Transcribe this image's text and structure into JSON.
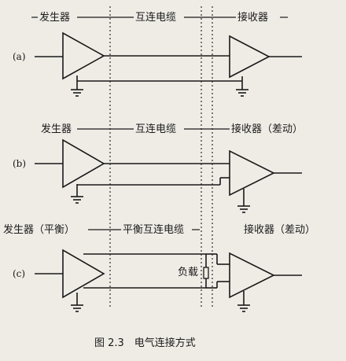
{
  "sections": {
    "a": {
      "row_label": "(a)",
      "generator": "发生器",
      "cable": "互连电缆",
      "receiver": "接收器"
    },
    "b": {
      "row_label": "(b)",
      "generator": "发生器",
      "cable": "互连电缆",
      "receiver": "接收器（差动）"
    },
    "c": {
      "row_label": "(c)",
      "generator": "发生器（平衡）",
      "cable": "平衡互连电缆",
      "receiver": "接收器（差动）",
      "load": "负载"
    }
  },
  "caption": "图 2.3　电气连接方式"
}
